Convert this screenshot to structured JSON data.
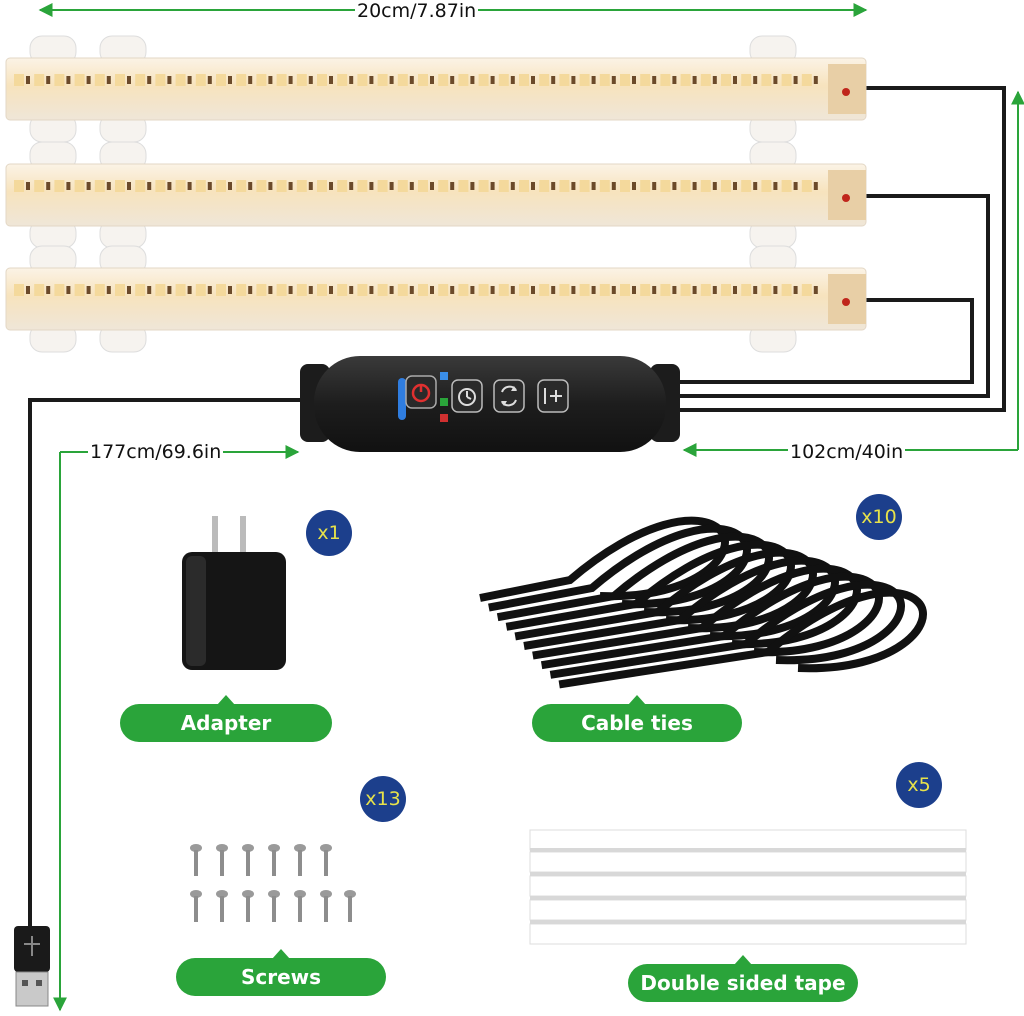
{
  "dimensions": {
    "bar_length": "20cm/7.87in",
    "cable_to_plug": "177cm/69.6in",
    "cable_to_bars": "102cm/40in"
  },
  "controller": {
    "buttons": [
      "power",
      "timer",
      "cycle",
      "brightness-up"
    ],
    "indicators": [
      "blue",
      "green",
      "red"
    ]
  },
  "accessories": [
    {
      "label": "Adapter",
      "quantity": "x1"
    },
    {
      "label": "Cable ties",
      "quantity": "x10"
    },
    {
      "label": "Screws",
      "quantity": "x13"
    },
    {
      "label": "Double sided tape",
      "quantity": "x5"
    }
  ],
  "colors": {
    "label_green": "#2aa43a",
    "badge_blue": "#1c3f8c",
    "badge_text": "#e7e24a",
    "dimension_line": "#2aa43a",
    "led_warm": "#f3d9a4",
    "cable": "#1a1a1a"
  }
}
